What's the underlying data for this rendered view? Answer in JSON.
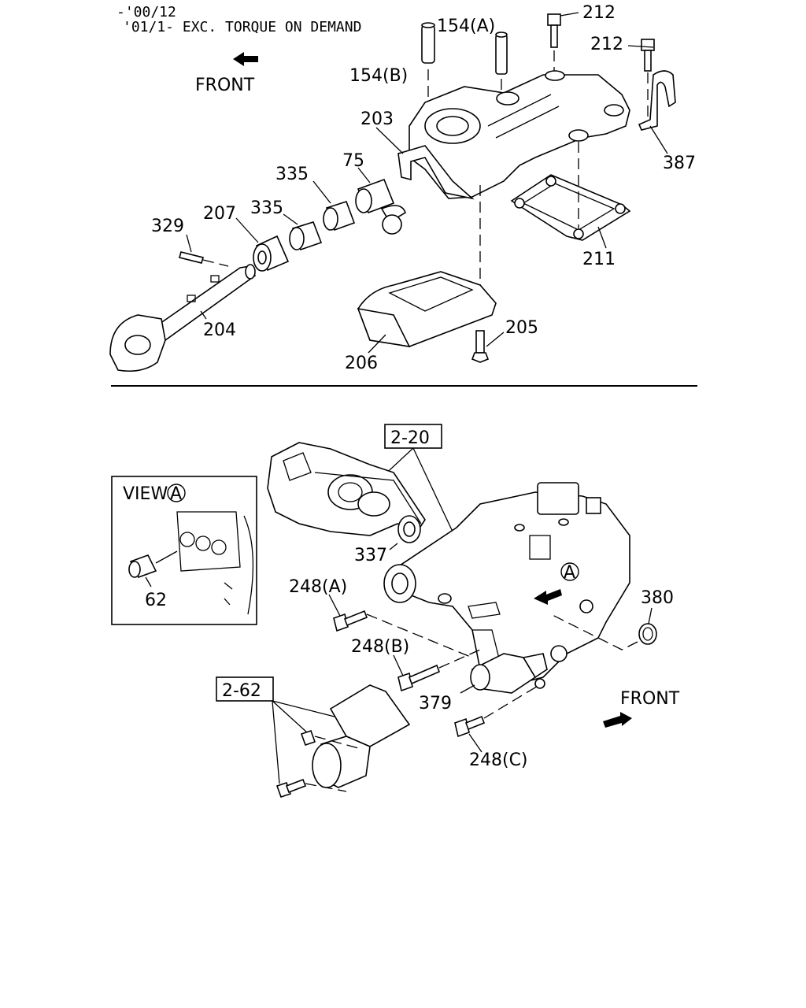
{
  "header": {
    "line1": "-'00/12",
    "line2": "'01/1- EXC. TORQUE ON DEMAND"
  },
  "top_section": {
    "front_label": "FRONT",
    "labels": {
      "p154a": "154(A)",
      "p154b": "154(B)",
      "p212a": "212",
      "p212b": "212",
      "p203": "203",
      "p387": "387",
      "p75": "75",
      "p335a": "335",
      "p335b": "335",
      "p207": "207",
      "p329": "329",
      "p211": "211",
      "p204": "204",
      "p205": "205",
      "p206": "206"
    }
  },
  "bottom_section": {
    "ref_box_1": "2-20",
    "ref_box_2": "2-62",
    "view_label": "VIEW",
    "view_circle": "A",
    "view_part": "62",
    "marker_a": "A",
    "front_label": "FRONT",
    "labels": {
      "p337": "337",
      "p248a": "248(A)",
      "p248b": "248(B)",
      "p248c": "248(C)",
      "p380": "380",
      "p379": "379"
    }
  },
  "colors": {
    "line": "#000000",
    "background": "#ffffff"
  }
}
